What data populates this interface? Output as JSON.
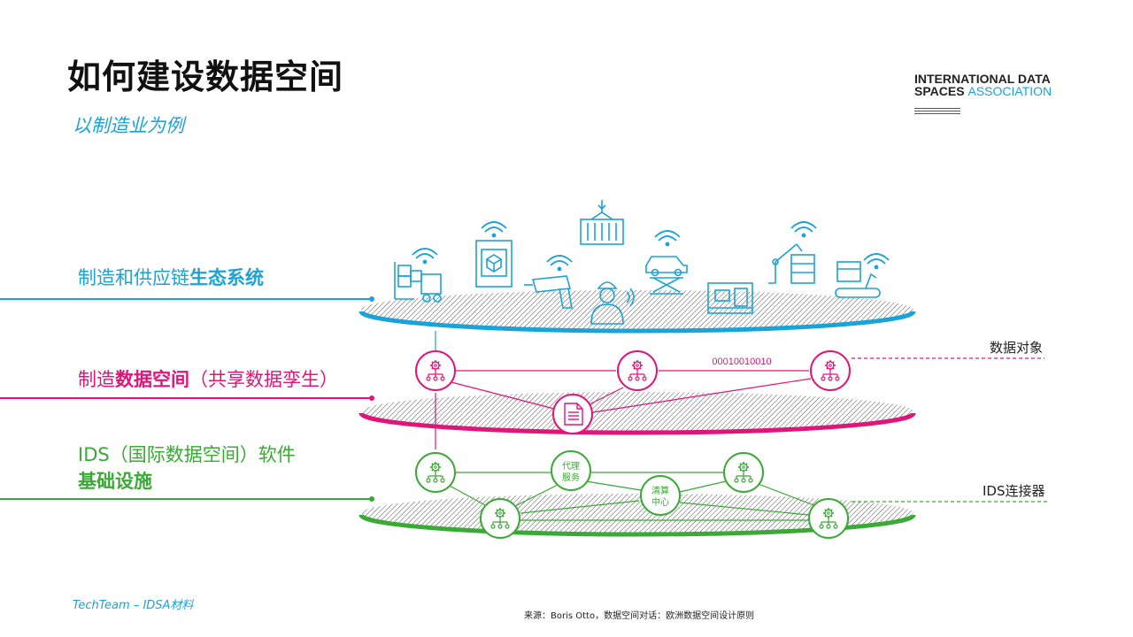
{
  "title": "如何建设数据空间",
  "subtitle": "以制造业为例",
  "logo": {
    "line1": "INTERNATIONAL DATA",
    "line2_bold": "SPACES",
    "line2_light": "ASSOCIATION"
  },
  "layers": {
    "ecosystem": {
      "label_prefix": "制造和供应链",
      "label_bold": "生态系统"
    },
    "dataspace": {
      "label_prefix": "制造",
      "label_bold": "数据空间",
      "label_suffix": "（共享数据孪生）",
      "bit_string": "00010010010"
    },
    "ids": {
      "label_line1": "IDS（国际数据空间）软件",
      "label_line2": "基础设施",
      "broker": {
        "line1": "代理",
        "line2": "服务"
      },
      "clearing": {
        "line1": "清算",
        "line2": "中心"
      }
    }
  },
  "side_labels": {
    "data_objects": "数据对象",
    "ids_connector": "IDS连接器"
  },
  "footer": {
    "left": "TechTeam – IDSA材料",
    "source": "来源：Boris Otto，数据空间对话：欧洲数据空间设计原则"
  },
  "colors": {
    "blue": "#1aa3d9",
    "magenta": "#e0157a",
    "green": "#3aa935",
    "hatch": "#555555"
  }
}
